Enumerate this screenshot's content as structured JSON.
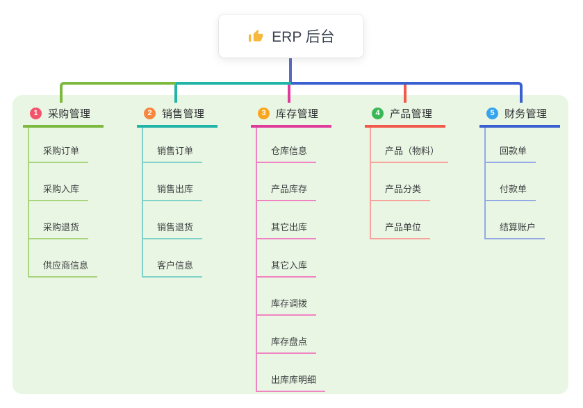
{
  "root": {
    "icon": "thumbs-up-icon",
    "label": "ERP 后台"
  },
  "branches": [
    {
      "num": "1",
      "label": "采购管理",
      "badge_color": "#f4536a",
      "line_color": "#7cb93f",
      "child_line_color": "#a9d57e",
      "children": [
        "采购订单",
        "采购入库",
        "采购退货",
        "供应商信息"
      ]
    },
    {
      "num": "2",
      "label": "销售管理",
      "badge_color": "#f6873e",
      "line_color": "#21b4a9",
      "child_line_color": "#7fd2c9",
      "children": [
        "销售订单",
        "销售出库",
        "销售退货",
        "客户信息"
      ]
    },
    {
      "num": "3",
      "label": "库存管理",
      "badge_color": "#f9a61f",
      "line_color": "#e03a9c",
      "child_line_color": "#f083c1",
      "children": [
        "仓库信息",
        "产品库存",
        "其它出库",
        "其它入库",
        "库存调拨",
        "库存盘点",
        "出库库明细"
      ]
    },
    {
      "num": "4",
      "label": "产品管理",
      "badge_color": "#3ab857",
      "line_color": "#f2594c",
      "child_line_color": "#f7a29a",
      "children": [
        "产品（物料）",
        "产品分类",
        "产品单位"
      ]
    },
    {
      "num": "5",
      "label": "财务管理",
      "badge_color": "#35a3ed",
      "line_color": "#3a60d0",
      "child_line_color": "#95aae4",
      "children": [
        "回款单",
        "付款单",
        "结算账户"
      ]
    }
  ],
  "colors": {
    "canvas_bg": "#ffffff",
    "panel_bg": "#e9f6e3",
    "root_line": "#5b69c2",
    "root_text": "#3b4251",
    "badge_text": "#ffffff",
    "thumb_icon": "#f6b93d"
  }
}
